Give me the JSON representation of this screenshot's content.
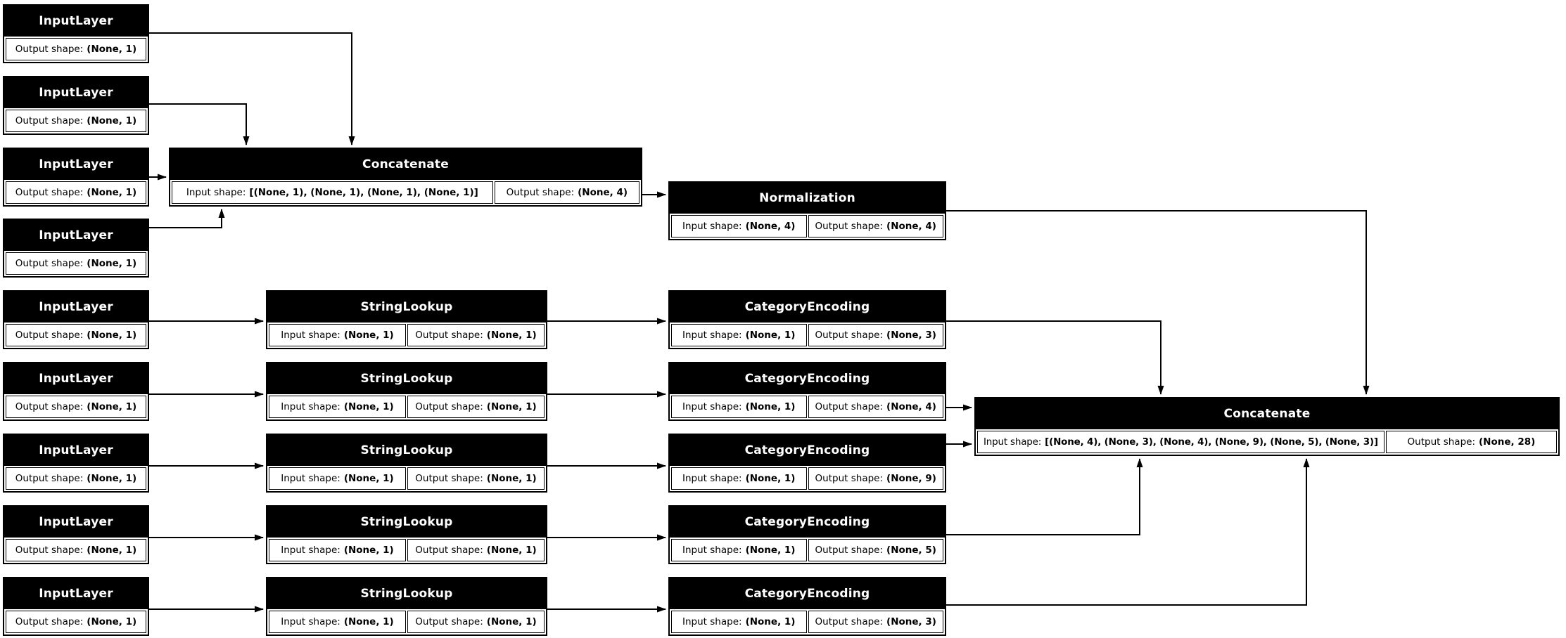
{
  "diagram_type": "keras-model-architecture-graph",
  "colors": {
    "background": "#ffffff",
    "node_fill": "#000000",
    "node_title_text": "#ffffff",
    "body_fill": "#ffffff",
    "body_text": "#000000",
    "border": "#000000",
    "edge": "#000000"
  },
  "labels": {
    "input_prefix": "Input shape:",
    "output_prefix": "Output shape:"
  },
  "nodes": {
    "input_1": {
      "title": "InputLayer",
      "output_shape": "(None, 1)"
    },
    "input_2": {
      "title": "InputLayer",
      "output_shape": "(None, 1)"
    },
    "input_3": {
      "title": "InputLayer",
      "output_shape": "(None, 1)"
    },
    "input_4": {
      "title": "InputLayer",
      "output_shape": "(None, 1)"
    },
    "input_5": {
      "title": "InputLayer",
      "output_shape": "(None, 1)"
    },
    "input_6": {
      "title": "InputLayer",
      "output_shape": "(None, 1)"
    },
    "input_7": {
      "title": "InputLayer",
      "output_shape": "(None, 1)"
    },
    "input_8": {
      "title": "InputLayer",
      "output_shape": "(None, 1)"
    },
    "input_9": {
      "title": "InputLayer",
      "output_shape": "(None, 1)"
    },
    "concat_1": {
      "title": "Concatenate",
      "input_shape": "[(None, 1), (None, 1), (None, 1), (None, 1)]",
      "output_shape": "(None, 4)"
    },
    "normalization": {
      "title": "Normalization",
      "input_shape": "(None, 4)",
      "output_shape": "(None, 4)"
    },
    "lookup_1": {
      "title": "StringLookup",
      "input_shape": "(None, 1)",
      "output_shape": "(None, 1)"
    },
    "lookup_2": {
      "title": "StringLookup",
      "input_shape": "(None, 1)",
      "output_shape": "(None, 1)"
    },
    "lookup_3": {
      "title": "StringLookup",
      "input_shape": "(None, 1)",
      "output_shape": "(None, 1)"
    },
    "lookup_4": {
      "title": "StringLookup",
      "input_shape": "(None, 1)",
      "output_shape": "(None, 1)"
    },
    "lookup_5": {
      "title": "StringLookup",
      "input_shape": "(None, 1)",
      "output_shape": "(None, 1)"
    },
    "encoding_1": {
      "title": "CategoryEncoding",
      "input_shape": "(None, 1)",
      "output_shape": "(None, 3)"
    },
    "encoding_2": {
      "title": "CategoryEncoding",
      "input_shape": "(None, 1)",
      "output_shape": "(None, 4)"
    },
    "encoding_3": {
      "title": "CategoryEncoding",
      "input_shape": "(None, 1)",
      "output_shape": "(None, 9)"
    },
    "encoding_4": {
      "title": "CategoryEncoding",
      "input_shape": "(None, 1)",
      "output_shape": "(None, 5)"
    },
    "encoding_5": {
      "title": "CategoryEncoding",
      "input_shape": "(None, 1)",
      "output_shape": "(None, 3)"
    },
    "concat_2": {
      "title": "Concatenate",
      "input_shape": "[(None, 4), (None, 3), (None, 4), (None, 9), (None, 5), (None, 3)]",
      "output_shape": "(None, 28)"
    }
  }
}
